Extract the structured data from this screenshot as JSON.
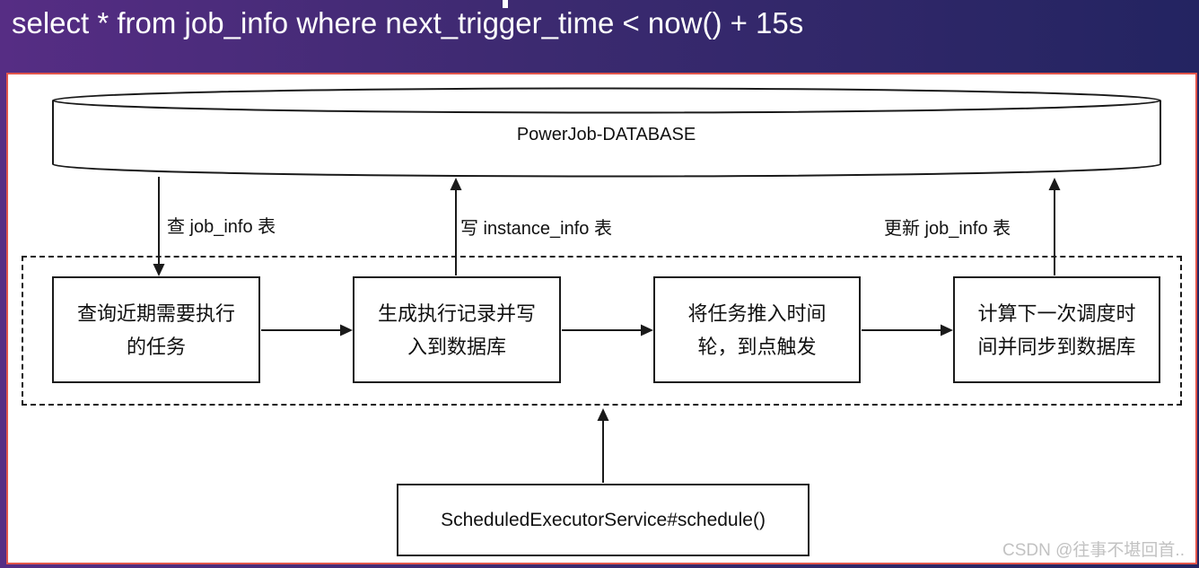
{
  "header": {
    "sql": "select * from job_info where next_trigger_time < now() + 15s"
  },
  "diagram": {
    "database": {
      "label": "PowerJob-DATABASE"
    },
    "edge_labels": {
      "query": "查 job_info 表",
      "write": "写 instance_info 表",
      "update": "更新 job_info 表"
    },
    "steps": [
      {
        "lines": [
          "查询近期需要执行",
          "的任务"
        ]
      },
      {
        "lines": [
          "生成执行记录并写",
          "入到数据库"
        ]
      },
      {
        "lines": [
          "将任务推入时间",
          "轮，到点触发"
        ]
      },
      {
        "lines": [
          "计算下一次调度时",
          "间并同步到数据库"
        ]
      }
    ],
    "scheduler": {
      "label": "ScheduledExecutorService#schedule()"
    }
  },
  "watermark": "CSDN @往事不堪回首..",
  "colors": {
    "header_purple": "#562d84",
    "header_navy": "#232461",
    "panel_border_red": "#e2564b",
    "line_black": "#1a1a1a",
    "watermark_gray": "#c2c2c2"
  }
}
